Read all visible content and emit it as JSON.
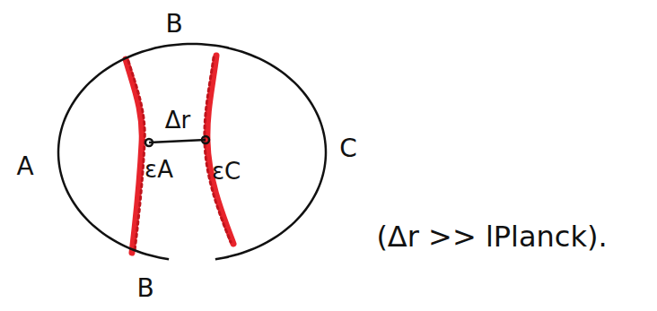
{
  "diagram": {
    "nodes": [
      {
        "text": [
          "εA",
          "Δr",
          "εC"
        ]
      }
    ],
    "labels": [
      "B",
      "A",
      "C",
      "B",
      "(Δr >> lPlanck)."
    ]
  }
}
